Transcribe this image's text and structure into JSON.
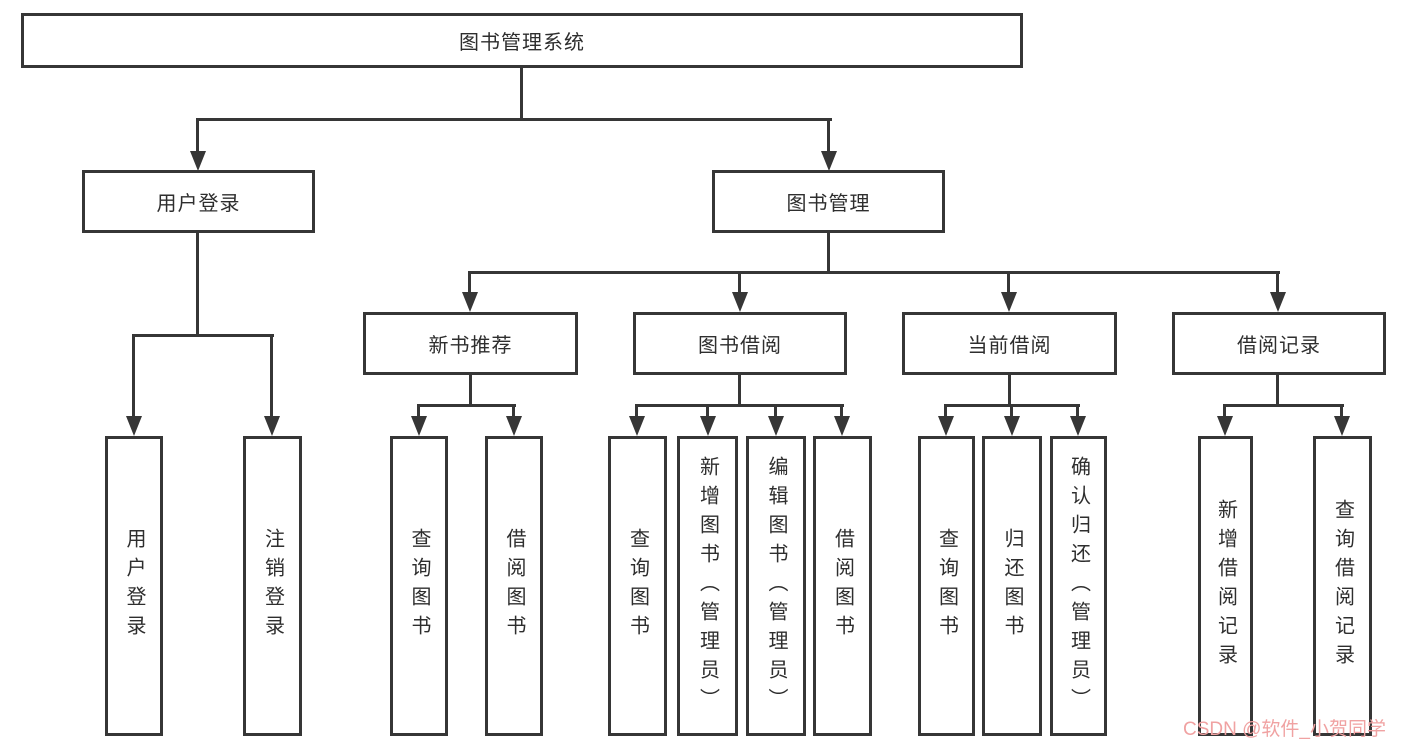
{
  "tree": {
    "root": {
      "label": "图书管理系统",
      "children": [
        {
          "label": "用户登录",
          "children": [
            {
              "label": "用户登录"
            },
            {
              "label": "注销登录"
            }
          ]
        },
        {
          "label": "图书管理",
          "children": [
            {
              "label": "新书推荐",
              "children": [
                {
                  "label": "查询图书"
                },
                {
                  "label": "借阅图书"
                }
              ]
            },
            {
              "label": "图书借阅",
              "children": [
                {
                  "label": "查询图书"
                },
                {
                  "label": "新增图书（管理员）"
                },
                {
                  "label": "编辑图书（管理员）"
                },
                {
                  "label": "借阅图书"
                }
              ]
            },
            {
              "label": "当前借阅",
              "children": [
                {
                  "label": "查询图书"
                },
                {
                  "label": "归还图书"
                },
                {
                  "label": "确认归还（管理员）"
                }
              ]
            },
            {
              "label": "借阅记录",
              "children": [
                {
                  "label": "新增借阅记录"
                },
                {
                  "label": "查询借阅记录"
                }
              ]
            }
          ]
        }
      ]
    }
  },
  "watermark": {
    "text": "CSDN @软件_小贺同学",
    "color": "#f0a2a2"
  },
  "colors": {
    "line": "#363636",
    "box_border": "#363636",
    "text": "#2e2e2e",
    "background": "#ffffff"
  }
}
